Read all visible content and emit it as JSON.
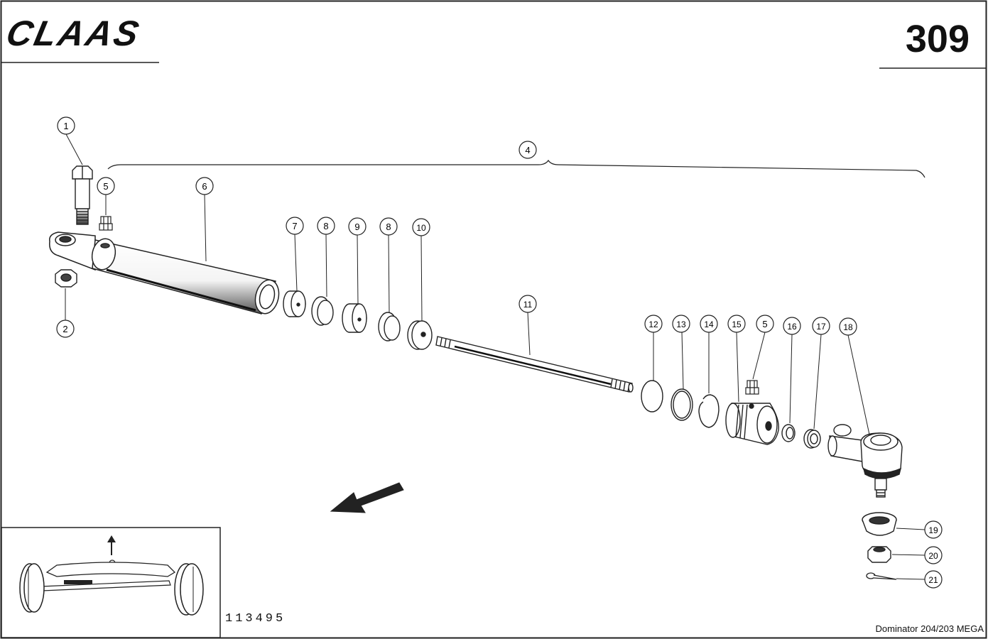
{
  "header": {
    "brand": "CLAAS",
    "page_number": "309"
  },
  "footer": {
    "drawing_number": "113495",
    "model": "Dominator 204/203 MEGA"
  },
  "callouts": [
    "1",
    "2",
    "4",
    "5",
    "6",
    "7",
    "8",
    "9",
    "8",
    "10",
    "11",
    "12",
    "13",
    "14",
    "15",
    "5",
    "16",
    "17",
    "18",
    "19",
    "20",
    "21"
  ]
}
